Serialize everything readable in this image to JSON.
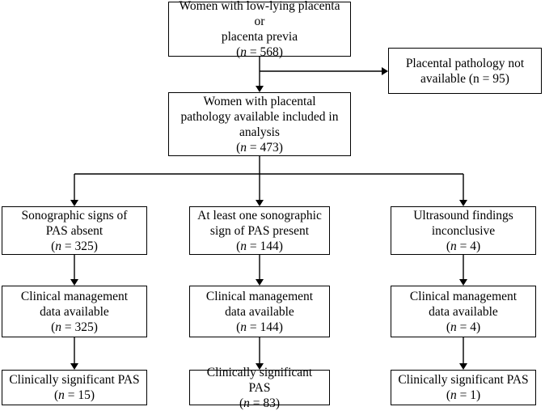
{
  "nodes": {
    "start": {
      "lines": [
        "Women with low-lying placenta or",
        "placenta previa"
      ],
      "n_prefix": "(",
      "n_var": "n",
      "n_eq": " = 568)"
    },
    "excluded": {
      "lines": [
        "Placental pathology not",
        "available (n = 95)"
      ]
    },
    "included": {
      "lines": [
        "Women with placental",
        "pathology available included in",
        "analysis"
      ],
      "n_prefix": "(",
      "n_var": "n",
      "n_eq": " = 473)"
    },
    "absent": {
      "lines": [
        "Sonographic signs of",
        "PAS absent"
      ],
      "n_prefix": "(",
      "n_var": "n",
      "n_eq": " = 325)"
    },
    "present": {
      "lines": [
        "At least one sonographic",
        "sign of PAS present"
      ],
      "n_prefix": "(",
      "n_var": "n",
      "n_eq": " = 144)"
    },
    "inconclusive": {
      "lines": [
        "Ultrasound findings",
        "inconclusive"
      ],
      "n_prefix": "(",
      "n_var": "n",
      "n_eq": " = 4)"
    },
    "absent_mgmt": {
      "lines": [
        "Clinical management",
        "data available"
      ],
      "n_prefix": "(",
      "n_var": "n",
      "n_eq": " = 325)"
    },
    "present_mgmt": {
      "lines": [
        "Clinical management",
        "data available"
      ],
      "n_prefix": "(",
      "n_var": "n",
      "n_eq": " = 144)"
    },
    "inconclusive_mgmt": {
      "lines": [
        "Clinical management",
        "data available"
      ],
      "n_prefix": "(",
      "n_var": "n",
      "n_eq": " = 4)"
    },
    "absent_pas": {
      "lines": [
        "Clinically significant PAS"
      ],
      "n_prefix": "(",
      "n_var": "n",
      "n_eq": " = 15)"
    },
    "present_pas": {
      "lines": [
        "Clinically significant PAS"
      ],
      "n_prefix": "(",
      "n_var": "n",
      "n_eq": " = 83)"
    },
    "inconclusive_pas": {
      "lines": [
        "Clinically significant PAS"
      ],
      "n_prefix": "(",
      "n_var": "n",
      "n_eq": " = 1)"
    }
  }
}
